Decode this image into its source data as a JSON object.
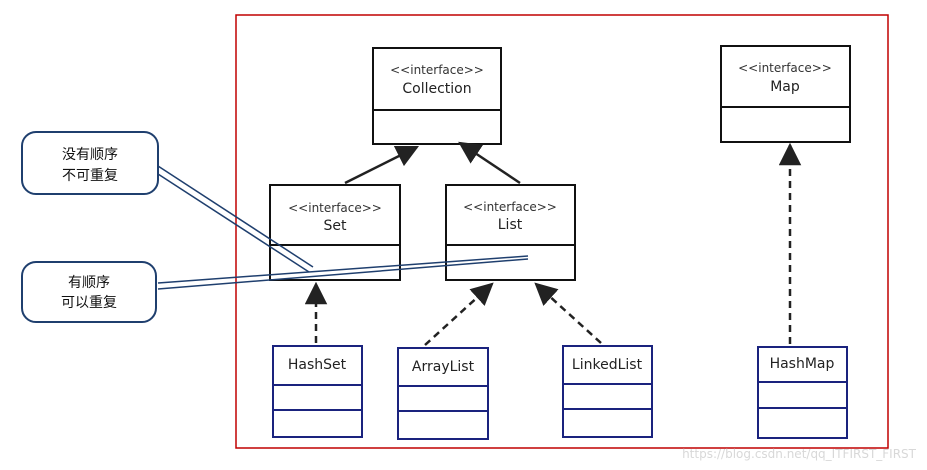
{
  "colors": {
    "frame": "#c00000",
    "interface_border": "#111111",
    "class_border": "#1a237e",
    "callout_border": "#1f3f6e",
    "leader_line": "#1f3f6e"
  },
  "interfaces": {
    "collection": {
      "stereotype": "<<interface>>",
      "name": "Collection"
    },
    "map": {
      "stereotype": "<<interface>>",
      "name": "Map"
    },
    "set": {
      "stereotype": "<<interface>>",
      "name": "Set"
    },
    "list": {
      "stereotype": "<<interface>>",
      "name": "List"
    }
  },
  "classes": {
    "hashset": {
      "name": "HashSet"
    },
    "arraylist": {
      "name": "ArrayList"
    },
    "linkedlist": {
      "name": "LinkedList"
    },
    "hashmap": {
      "name": "HashMap"
    }
  },
  "callouts": {
    "set_note": {
      "line1": "没有顺序",
      "line2": "不可重复"
    },
    "list_note": {
      "line1": "有顺序",
      "line2": "可以重复"
    }
  },
  "watermark": "https://blog.csdn.net/qq_ITFIRST_FIRST"
}
